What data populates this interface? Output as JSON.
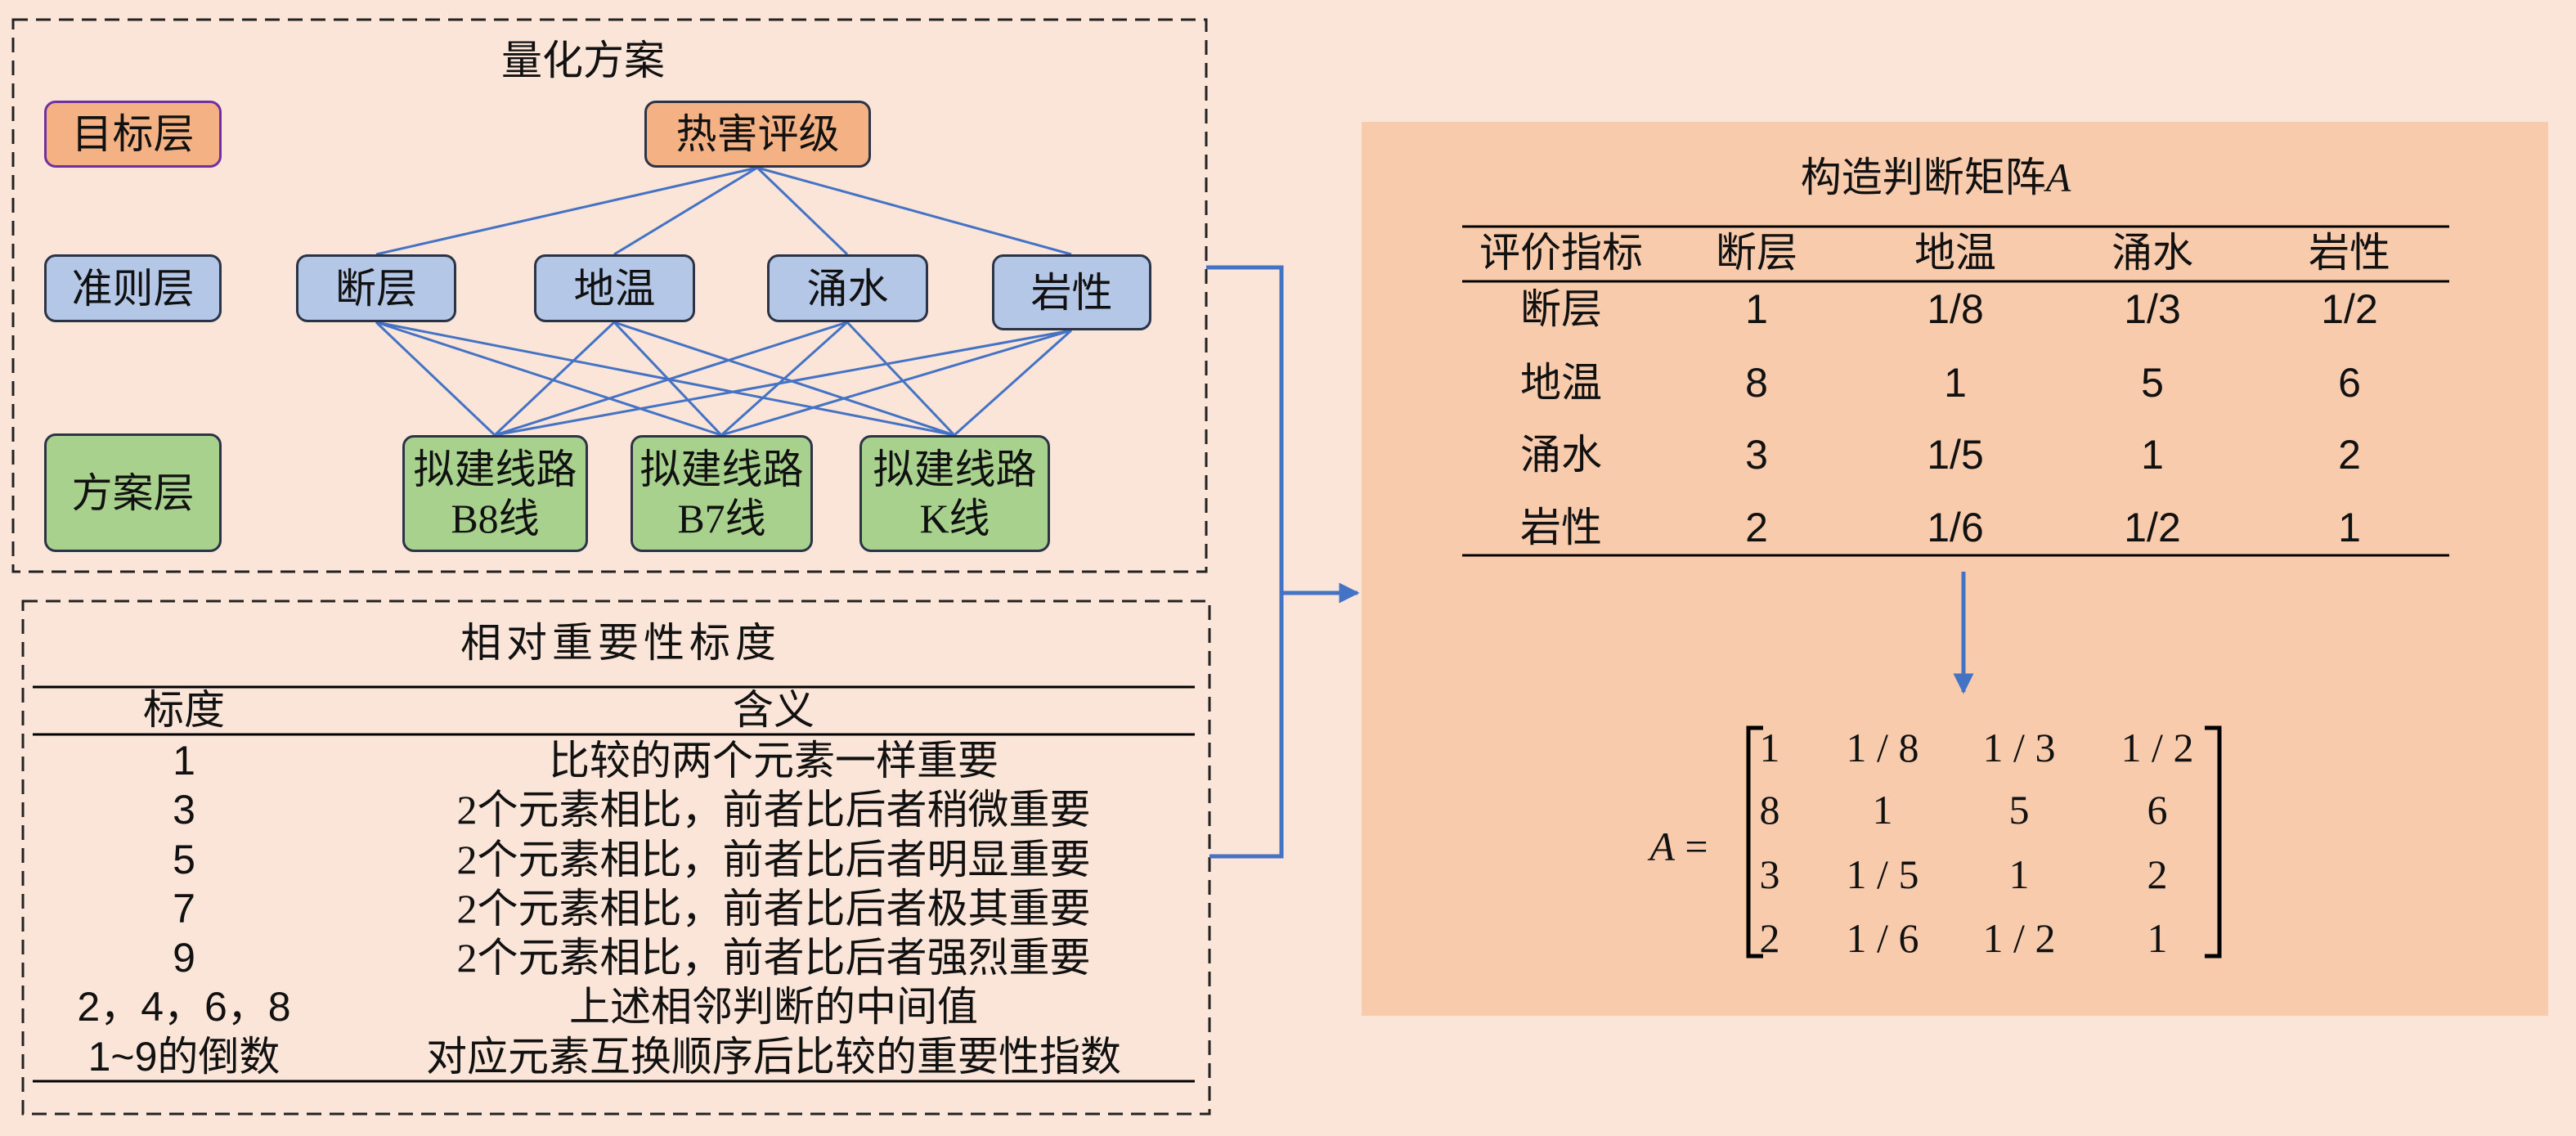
{
  "hierarchy": {
    "title": "量化方案",
    "level_labels": {
      "goal": "目标层",
      "criteria": "准则层",
      "alternatives": "方案层"
    },
    "goal": "热害评级",
    "criteria": [
      "断层",
      "地温",
      "涌水",
      "岩性"
    ],
    "alternatives": [
      {
        "line1": "拟建线路",
        "line2": "B8线"
      },
      {
        "line1": "拟建线路",
        "line2": "B7线"
      },
      {
        "line1": "拟建线路",
        "line2": "K线"
      }
    ]
  },
  "scale_table": {
    "title": "相对重要性标度",
    "headers": [
      "标度",
      "含义"
    ],
    "rows": [
      [
        "1",
        "比较的两个元素一样重要"
      ],
      [
        "3",
        "2个元素相比，前者比后者稍微重要"
      ],
      [
        "5",
        "2个元素相比，前者比后者明显重要"
      ],
      [
        "7",
        "2个元素相比，前者比后者极其重要"
      ],
      [
        "9",
        "2个元素相比，前者比后者强烈重要"
      ],
      [
        "2，4，6，8",
        "上述相邻判断的中间值"
      ],
      [
        "1~9的倒数",
        "对应元素互换顺序后比较的重要性指数"
      ]
    ]
  },
  "judgment_matrix": {
    "title": "构造判断矩阵",
    "title_symbol": "A",
    "headers": [
      "评价指标",
      "断层",
      "地温",
      "涌水",
      "岩性"
    ],
    "rows": [
      [
        "断层",
        "1",
        "1/8",
        "1/3",
        "1/2"
      ],
      [
        "地温",
        "8",
        "1",
        "5",
        "6"
      ],
      [
        "涌水",
        "3",
        "1/5",
        "1",
        "2"
      ],
      [
        "岩性",
        "2",
        "1/6",
        "1/2",
        "1"
      ]
    ],
    "matrix_symbol": "A",
    "equals": "=",
    "matrix": [
      [
        "1",
        "1 / 8",
        "1 / 3",
        "1 / 2"
      ],
      [
        "8",
        "1",
        "5",
        "6"
      ],
      [
        "3",
        "1 / 5",
        "1",
        "2"
      ],
      [
        "2",
        "1 / 6",
        "1 / 2",
        "1"
      ]
    ]
  },
  "colors": {
    "background": "#fbe5d8",
    "panel": "#f8cbad",
    "goal_fill": "#f4b183",
    "criteria_fill": "#b4c7e7",
    "alternative_fill": "#a9d18e",
    "connector": "#4472c4"
  }
}
